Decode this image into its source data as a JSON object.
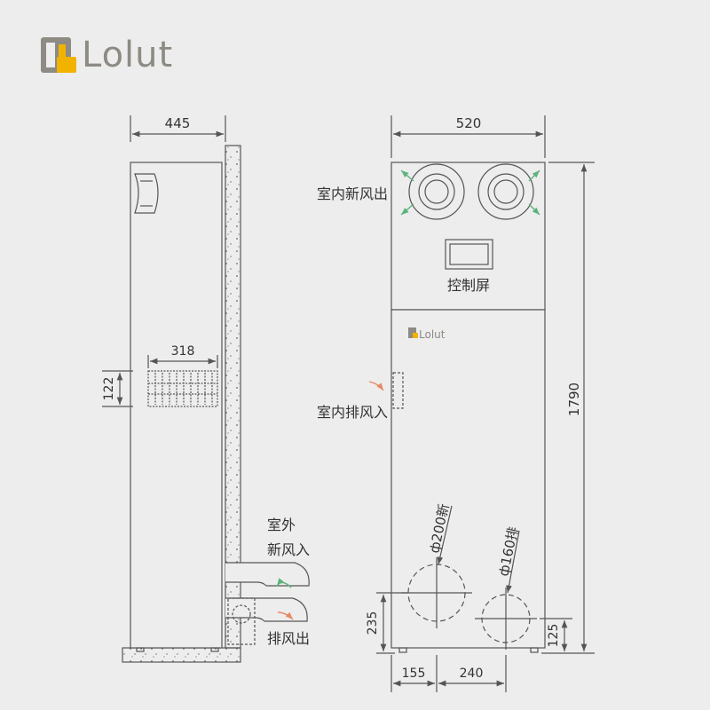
{
  "brand": {
    "name": "Lolut",
    "logo_color": "#f2b300",
    "text_color": "#8e8a84"
  },
  "side_view": {
    "width_dim": "445",
    "grille_width_dim": "318",
    "grille_height_dim": "122",
    "label_outdoor_fresh_in_line1": "室外",
    "label_outdoor_fresh_in_line2": "新风入",
    "label_exhaust_out": "排风出"
  },
  "front_view": {
    "width_dim": "520",
    "height_dim": "1790",
    "label_indoor_fresh_out": "室内新风出",
    "label_control_screen": "控制屏",
    "label_indoor_exhaust_in": "室内排风入",
    "label_fresh_pipe": "ф200新",
    "label_exhaust_pipe": "ф160排",
    "dim_left_pipe_height": "235",
    "dim_right_pipe_height": "125",
    "dim_left_offset": "155",
    "dim_pipe_spacing": "240",
    "badge_brand": "Lolut"
  },
  "colors": {
    "line": "#555555",
    "arrow_green": "#5db37e",
    "arrow_orange": "#e88a64"
  }
}
